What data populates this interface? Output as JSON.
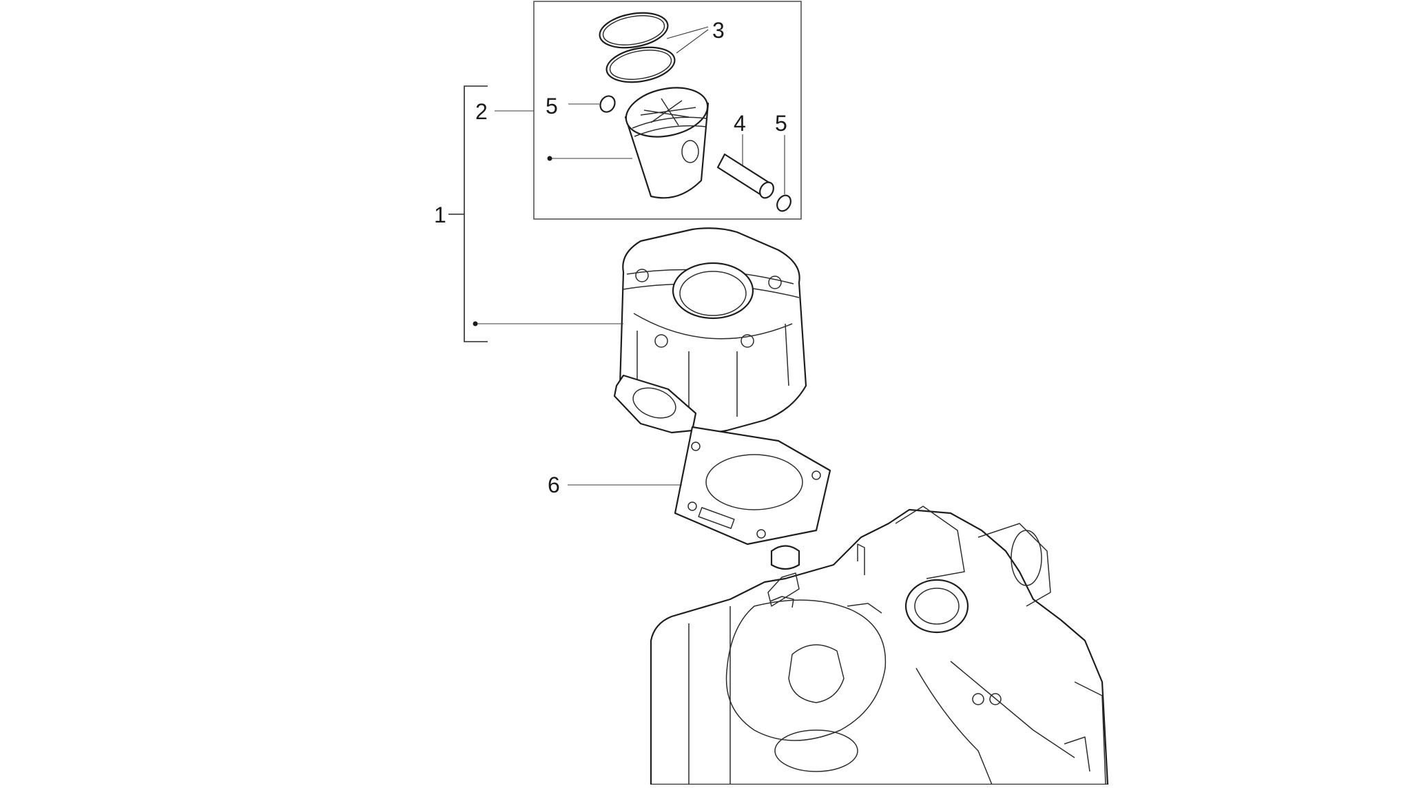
{
  "callouts": {
    "c1": "1",
    "c2": "2",
    "c3": "3",
    "c4": "4",
    "c5a": "5",
    "c5b": "5",
    "c6": "6"
  },
  "parts": {
    "piston_rings": "piston-rings-icon",
    "piston": "piston-icon",
    "piston_pin": "piston-pin-icon",
    "circlip": "circlip-icon",
    "cylinder": "cylinder-icon",
    "base_gasket": "cylinder-base-gasket-icon",
    "crankcase": "engine-crankcase-icon"
  },
  "colors": {
    "line": "#1e1e1e",
    "background": "#ffffff"
  }
}
